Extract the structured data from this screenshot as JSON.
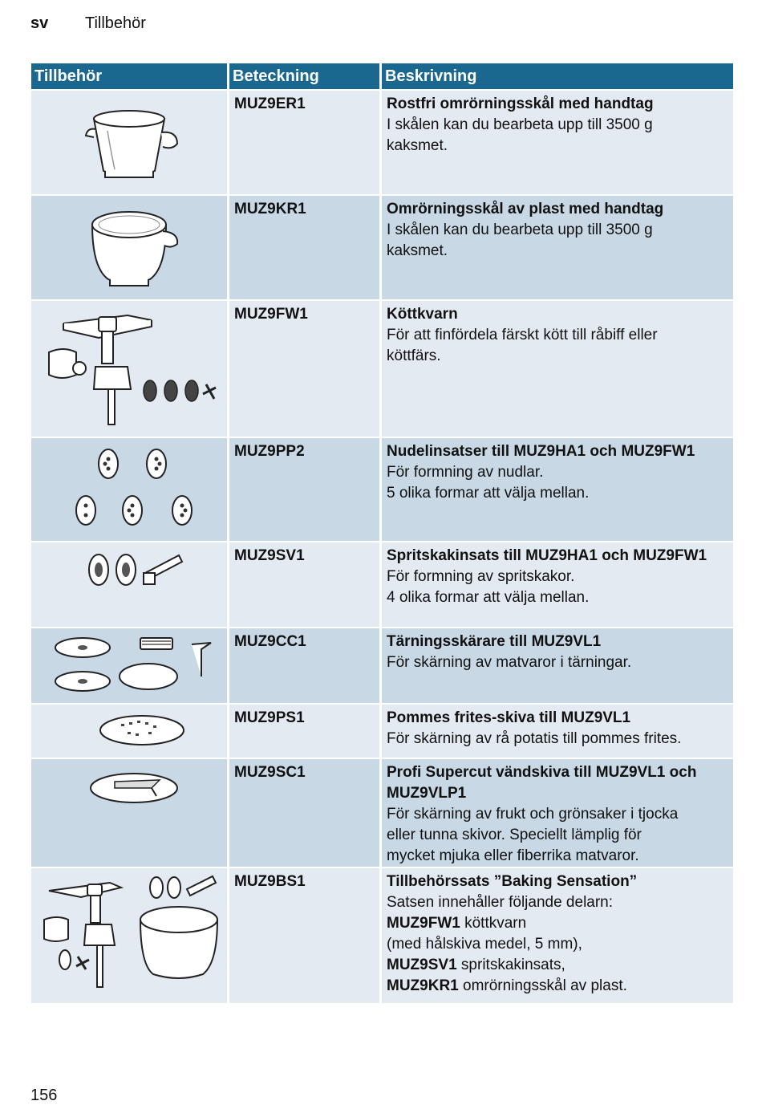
{
  "header": {
    "lang": "sv",
    "section": "Tillbehör"
  },
  "page_number": "156",
  "table": {
    "columns": [
      "Tillbehör",
      "Beteckning",
      "Beskrivning"
    ],
    "rows": [
      {
        "code": "MUZ9ER1",
        "title": "Rostfri omrörningsskål med handtag",
        "lines": [
          "I skålen kan du bearbeta upp till 3500 g",
          "kaksmet."
        ],
        "icon": "steel-bowl-icon"
      },
      {
        "code": "MUZ9KR1",
        "title": "Omrörningsskål av plast med handtag",
        "lines": [
          "I skålen kan du bearbeta upp till 3500 g",
          "kaksmet."
        ],
        "icon": "plastic-bowl-icon"
      },
      {
        "code": "MUZ9FW1",
        "title": "Köttkvarn",
        "lines": [
          "För att finfördela färskt kött till råbiff eller",
          "köttfärs."
        ],
        "icon": "meat-grinder-icon"
      },
      {
        "code": "MUZ9PP2",
        "title": "Nudelinsatser till MUZ9HA1 och MUZ9FW1",
        "lines": [
          "För formning av nudlar.",
          "5 olika formar att välja mellan."
        ],
        "icon": "pasta-discs-icon"
      },
      {
        "code": "MUZ9SV1",
        "title": "Spritskakinsats till MUZ9HA1 och MUZ9FW1",
        "lines": [
          "För formning av spritskakor.",
          "4 olika formar att välja mellan."
        ],
        "icon": "cookie-attachment-icon"
      },
      {
        "code": "MUZ9CC1",
        "title": "Tärningsskärare till MUZ9VL1",
        "lines": [
          "För skärning av matvaror i tärningar."
        ],
        "icon": "dicer-icon"
      },
      {
        "code": "MUZ9PS1",
        "title": "Pommes frites-skiva till MUZ9VL1",
        "lines": [
          "För skärning av rå potatis till pommes frites."
        ],
        "icon": "fries-disc-icon"
      },
      {
        "code": "MUZ9SC1",
        "title": "Profi Supercut vändskiva till MUZ9VL1 och MUZ9VLP1",
        "lines": [
          "För skärning av frukt och grönsaker i tjocka",
          "eller tunna skivor. Speciellt lämplig för",
          "mycket mjuka eller fiberrika matvaror."
        ],
        "icon": "slicing-disc-icon"
      },
      {
        "code": "MUZ9BS1",
        "title": "Tillbehörssats ”Baking Sensation”",
        "lines": [
          "Satsen innehåller följande delarn:"
        ],
        "parts": [
          {
            "code": "MUZ9FW1",
            "text": " köttkvarn"
          },
          {
            "code": "",
            "text": "(med hålskiva medel, 5 mm),"
          },
          {
            "code": "MUZ9SV1",
            "text": " spritskakinsats,"
          },
          {
            "code": "MUZ9KR1",
            "text": " omrörningsskål av plast."
          }
        ],
        "icon": "baking-set-icon"
      }
    ]
  }
}
